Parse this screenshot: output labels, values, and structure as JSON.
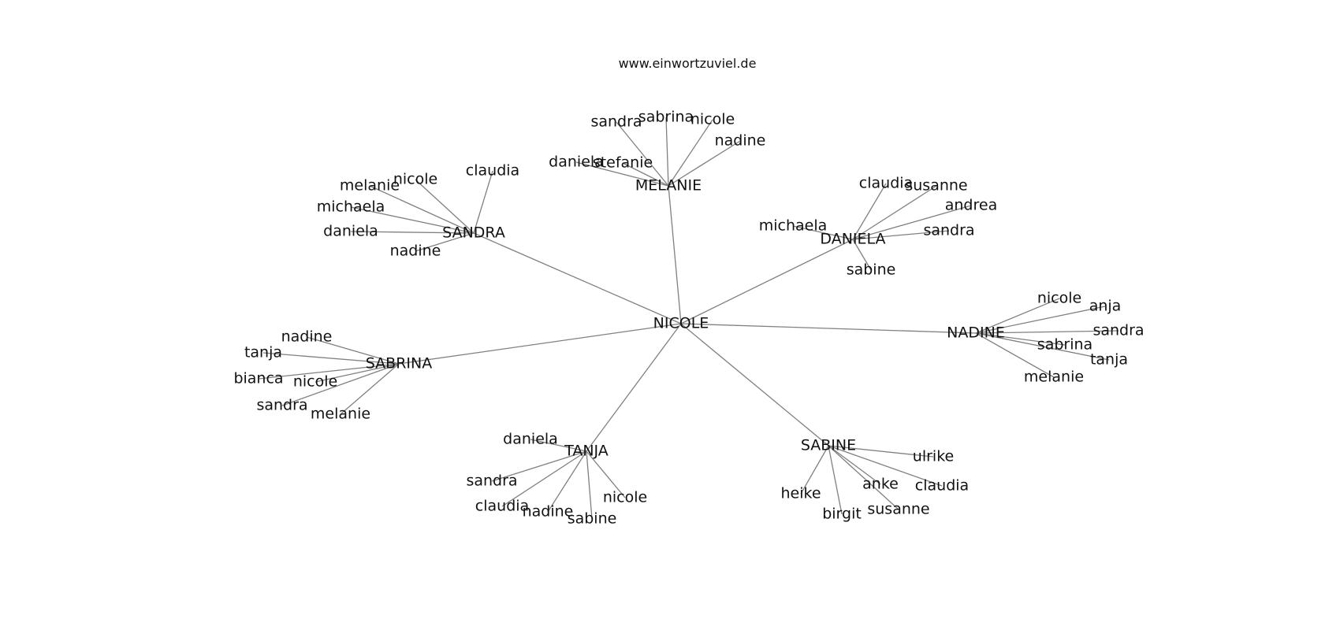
{
  "site_label": "www.einwortzuviel.de",
  "graph": {
    "center": "NICOLE",
    "hubs": [
      {
        "name": "MELANIE",
        "leaves": [
          "sandra",
          "sabrina",
          "nicole",
          "nadine",
          "daniela",
          "stefanie"
        ]
      },
      {
        "name": "SANDRA",
        "leaves": [
          "claudia",
          "nicole",
          "melanie",
          "michaela",
          "daniela",
          "nadine"
        ]
      },
      {
        "name": "DANIELA",
        "leaves": [
          "claudia",
          "susanne",
          "andrea",
          "michaela",
          "sandra",
          "sabine"
        ]
      },
      {
        "name": "NADINE",
        "leaves": [
          "nicole",
          "anja",
          "sandra",
          "sabrina",
          "tanja",
          "melanie"
        ]
      },
      {
        "name": "SABRINA",
        "leaves": [
          "nadine",
          "tanja",
          "bianca",
          "nicole",
          "sandra",
          "melanie"
        ]
      },
      {
        "name": "TANJA",
        "leaves": [
          "daniela",
          "sandra",
          "claudia",
          "nadine",
          "sabine",
          "nicole"
        ]
      },
      {
        "name": "SABINE",
        "leaves": [
          "ulrike",
          "anke",
          "claudia",
          "heike",
          "birgit",
          "susanne"
        ]
      }
    ]
  }
}
